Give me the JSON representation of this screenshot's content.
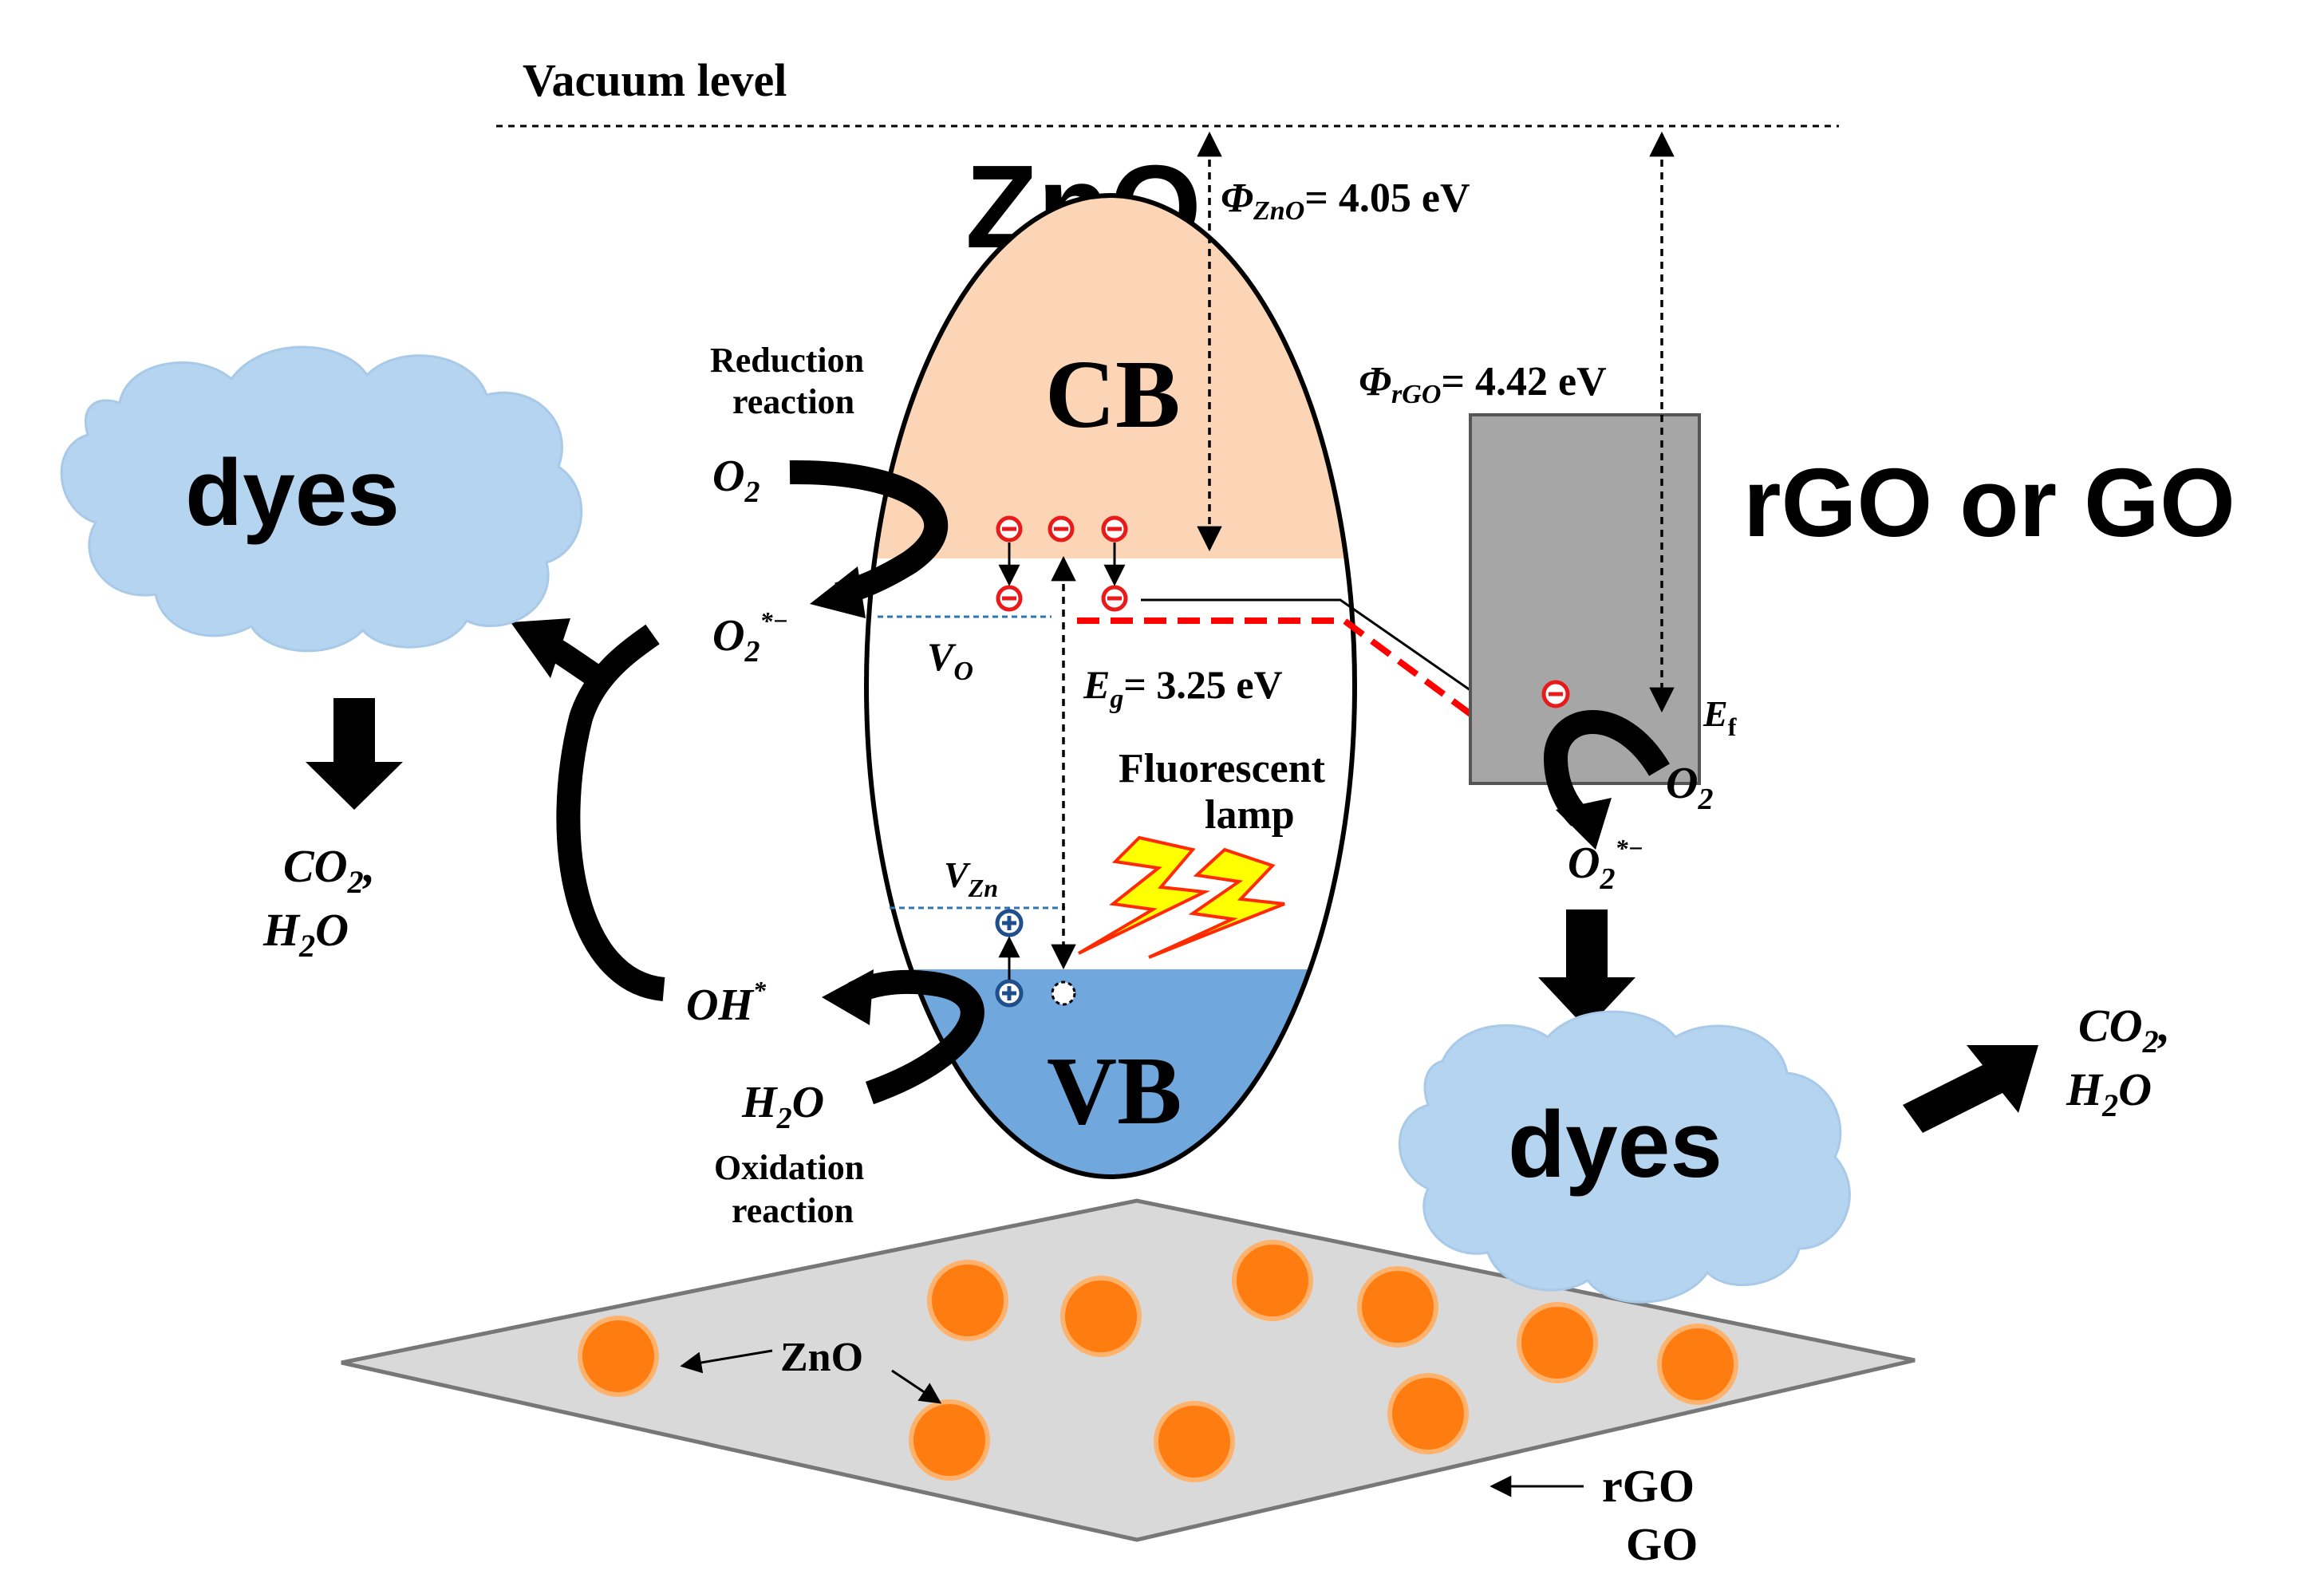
{
  "vacuum_level": "Vacuum level",
  "zno_title": "ZnO",
  "phi_zno": {
    "symbol": "Φ",
    "sub": "ZnO",
    "value": "= 4.05 eV"
  },
  "phi_rgo": {
    "symbol": "Φ",
    "sub": "rGO",
    "value": "= 4.42 eV"
  },
  "cb": "CB",
  "vb": "VB",
  "rgo_label": "rGO or GO",
  "reduction": {
    "line1": "Reduction",
    "line2": "reaction"
  },
  "oxidation": {
    "line1": "Oxidation",
    "line2": "reaction"
  },
  "o2": {
    "base": "O",
    "sub": "2"
  },
  "o2_radical": {
    "base": "O",
    "sub": "2",
    "sup": "*−"
  },
  "vo": {
    "base": "V",
    "sub": "O"
  },
  "vzn": {
    "base": "V",
    "sub": "Zn"
  },
  "eg": {
    "base": "E",
    "sub": "g",
    "value": "= 3.25 eV"
  },
  "ef": {
    "base": "E",
    "sub": "f"
  },
  "lamp": {
    "line1": "Fluorescent",
    "line2": "lamp"
  },
  "oh": {
    "base": "OH",
    "sup": "*"
  },
  "h2o": {
    "a": "H",
    "sub": "2",
    "b": "O"
  },
  "dyes": "dyes",
  "products": {
    "co2_base": "CO",
    "co2_sub": "2",
    "comma": ",",
    "h2o_a": "H",
    "h2o_sub": "2",
    "h2o_b": "O"
  },
  "sheet_zno": "ZnO",
  "sheet_rgo": "rGO",
  "sheet_go": "GO",
  "colors": {
    "cb_fill": "#fbd5b5",
    "vb_fill": "#70a7dc",
    "cloud": "#b4d4f0",
    "rgo_block": "#a6a6a6",
    "sheet": "#d9d9d9",
    "nanoparticle": "#ff7c10",
    "fermi_dash": "#ff0000",
    "electron": "#e81a1a",
    "hole": "#1f4e8c",
    "defect_line": "#2e75b6",
    "lightning": "#ffff00",
    "lightning_edge": "#ff2a00"
  }
}
